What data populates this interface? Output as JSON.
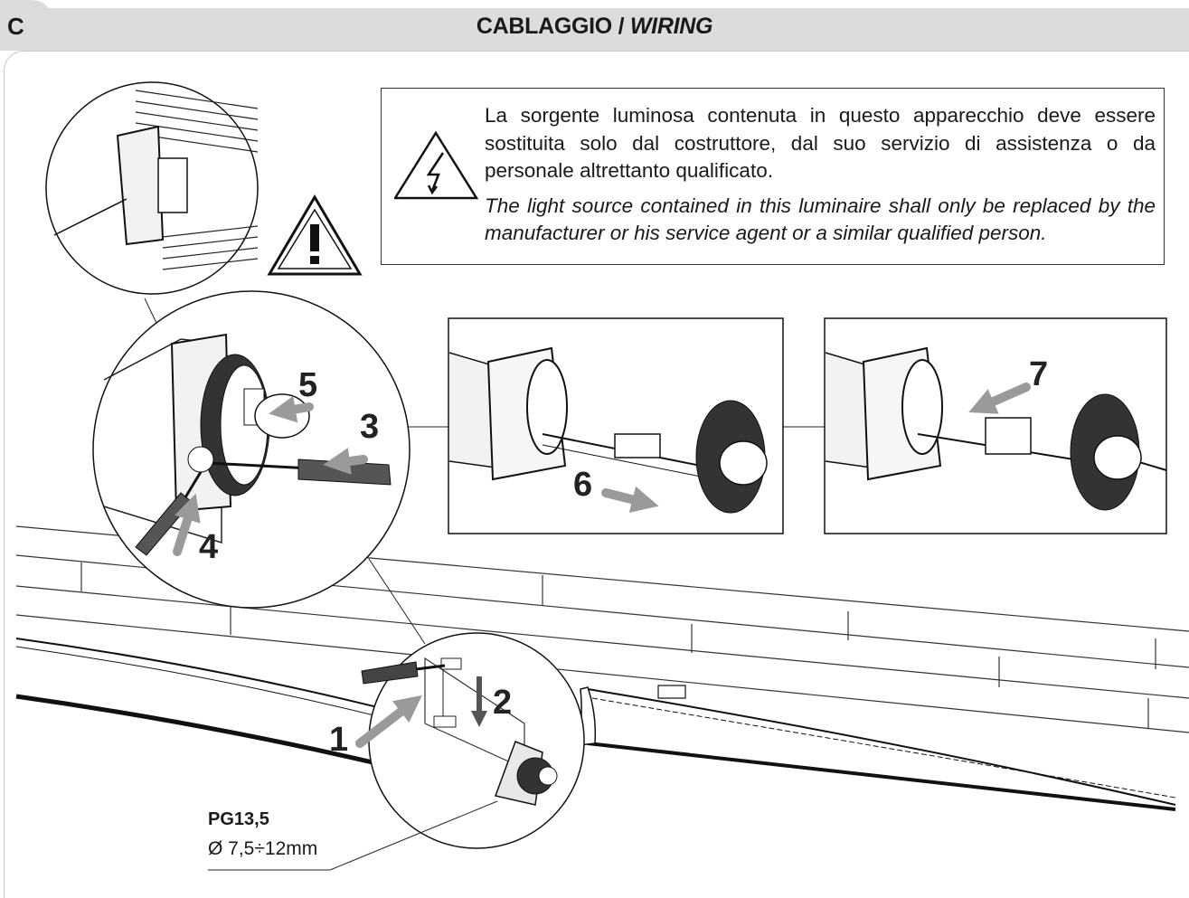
{
  "header": {
    "section": "C",
    "title_it": "CABLAGGIO /",
    "title_en": "WIRING"
  },
  "warning": {
    "text_it": "La sorgente luminosa contenuta in questo apparecchio deve essere sostituita solo dal costruttore, dal suo servizio di assistenza o da personale altrettanto qualificato.",
    "text_en": "The light source contained in this luminaire shall only be replaced by the manufacturer or his service agent or a similar qualified person.",
    "icons": [
      "electric-hazard-icon",
      "general-warning-icon"
    ]
  },
  "steps": [
    "1",
    "2",
    "3",
    "4",
    "5",
    "6",
    "7"
  ],
  "cable_gland": {
    "label": "PG13,5",
    "dimension": "Ø 7,5÷12mm"
  }
}
